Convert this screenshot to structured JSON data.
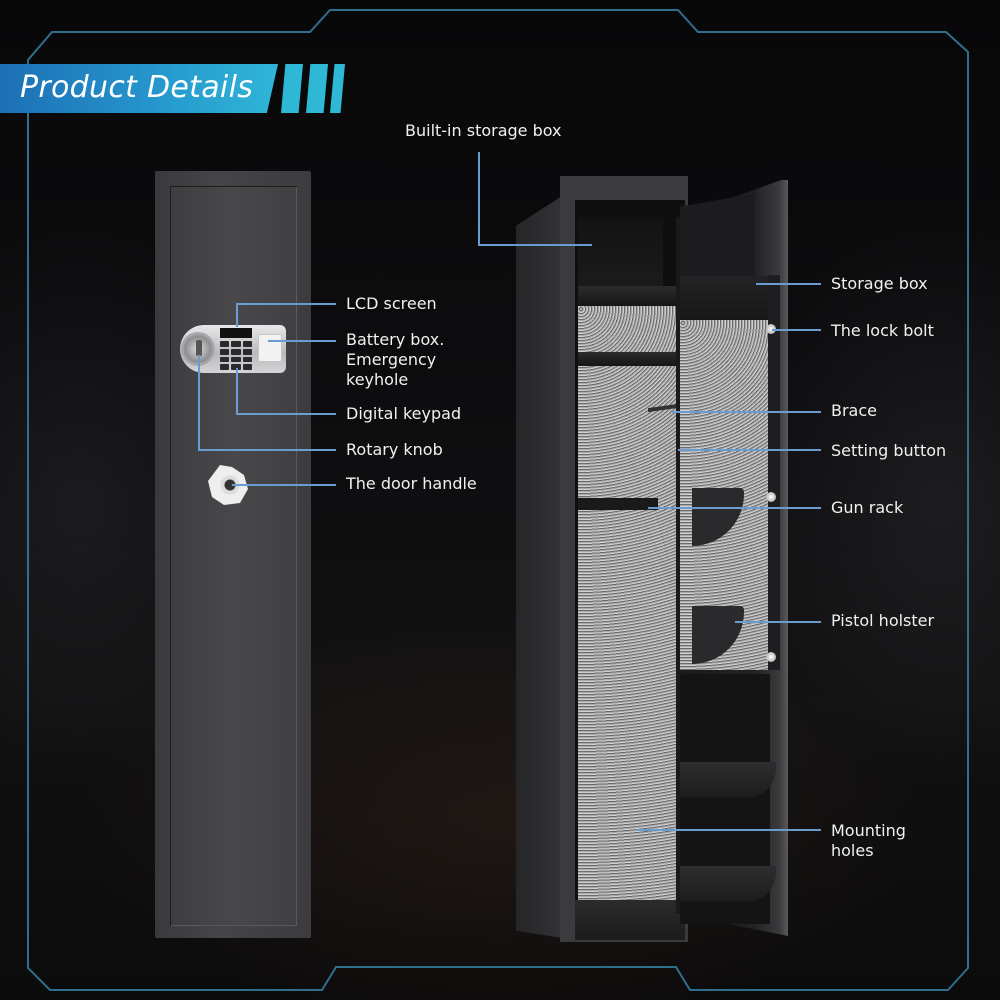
{
  "header": {
    "title": "Product Details",
    "accent_color": "#2fb7d6",
    "accent_gradient_start": "#1d6fb5"
  },
  "frame": {
    "line_color": "#2f6e8c"
  },
  "left_safe": {
    "callouts": [
      {
        "id": "lcd-screen",
        "label": "LCD screen"
      },
      {
        "id": "battery-box",
        "label": "Battery box.\nEmergency\nkeyhole",
        "lines": [
          "Battery box.",
          "Emergency",
          "keyhole"
        ]
      },
      {
        "id": "digital-keypad",
        "label": "Digital keypad"
      },
      {
        "id": "rotary-knob",
        "label": "Rotary knob"
      },
      {
        "id": "door-handle",
        "label": "The door handle"
      }
    ]
  },
  "right_safe": {
    "callouts": [
      {
        "id": "built-in-storage-box",
        "label": "Built-in storage box"
      },
      {
        "id": "storage-box",
        "label": "Storage box"
      },
      {
        "id": "lock-bolt",
        "label": "The lock bolt"
      },
      {
        "id": "brace",
        "label": "Brace"
      },
      {
        "id": "setting-button",
        "label": "Setting button"
      },
      {
        "id": "gun-rack",
        "label": "Gun rack"
      },
      {
        "id": "pistol-holster",
        "label": "Pistol holster"
      },
      {
        "id": "mounting-holes",
        "label": "Mounting\nholes",
        "lines": [
          "Mounting",
          "holes"
        ]
      }
    ]
  },
  "leader_color": "#6a9bd1"
}
